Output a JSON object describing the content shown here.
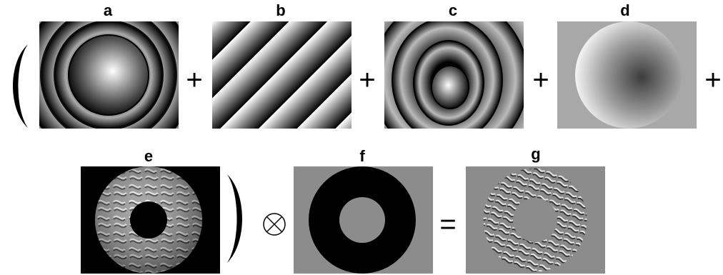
{
  "panels": {
    "a": {
      "label": "a"
    },
    "b": {
      "label": "b"
    },
    "c": {
      "label": "c"
    },
    "d": {
      "label": "d"
    },
    "e": {
      "label": "e"
    },
    "f": {
      "label": "f"
    },
    "g": {
      "label": "g"
    }
  },
  "operators": {
    "plus": "+",
    "convolve": "⊗",
    "equals": "="
  },
  "colors": {
    "background": "#ffffff",
    "mask_gray": "#8c8c8c",
    "mask_black": "#000000"
  }
}
